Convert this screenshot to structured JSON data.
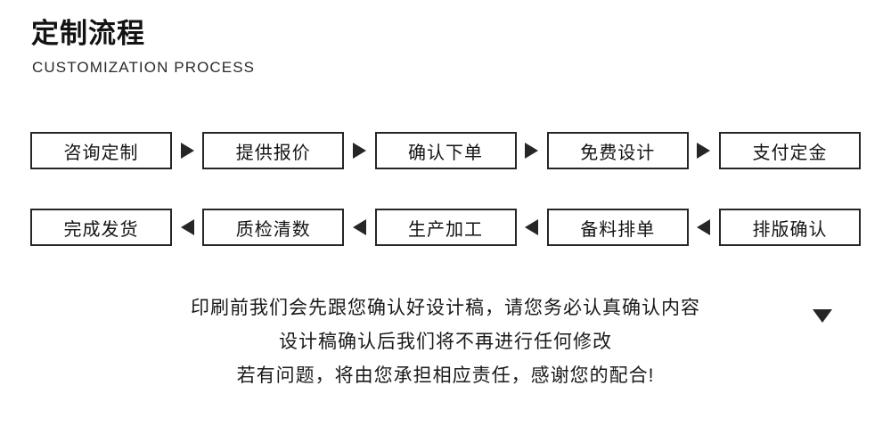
{
  "header": {
    "title": "定制流程",
    "subtitle": "CUSTOMIZATION PROCESS"
  },
  "colors": {
    "background": "#ffffff",
    "text": "#1a1a1a",
    "box_border": "#262626",
    "arrow": "#262626"
  },
  "flow": {
    "row_one": {
      "direction": "left-to-right",
      "steps": [
        {
          "label": "咨询定制"
        },
        {
          "label": "提供报价"
        },
        {
          "label": "确认下单"
        },
        {
          "label": "免费设计"
        },
        {
          "label": "支付定金"
        }
      ],
      "separator_icon": "triangle-right-icon"
    },
    "row_two": {
      "direction": "right-to-left",
      "steps": [
        {
          "label": "完成发货"
        },
        {
          "label": "质检清数"
        },
        {
          "label": "生产加工"
        },
        {
          "label": "备料排单"
        },
        {
          "label": "排版确认"
        }
      ],
      "separator_icon": "triangle-left-icon"
    },
    "connector_icon": "triangle-down-icon"
  },
  "notes": {
    "lines": [
      "印刷前我们会先跟您确认好设计稿，请您务必认真确认内容",
      "设计稿确认后我们将不再进行任何修改",
      "若有问题，将由您承担相应责任，感谢您的配合!"
    ]
  }
}
